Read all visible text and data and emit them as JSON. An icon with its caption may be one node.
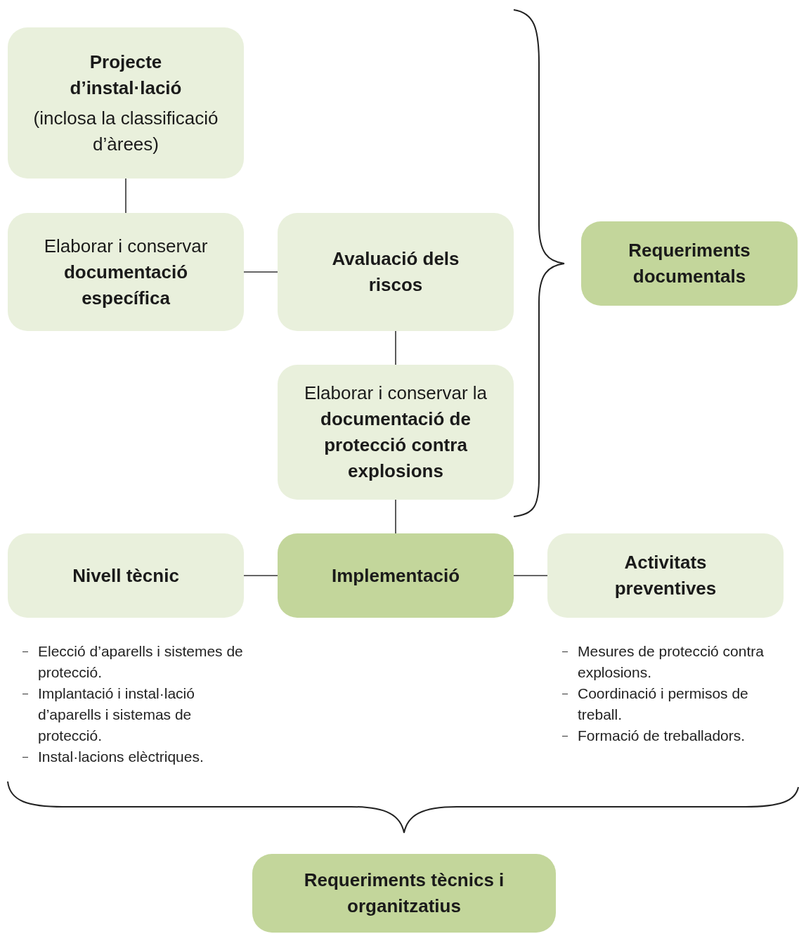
{
  "diagram": {
    "nodes": [
      {
        "text": [
          "Projecte d’instal·lació",
          "(inclosa la classificació d’àrees)"
        ]
      },
      {
        "text": [
          "Elaborar i conservar **documentació específica**"
        ]
      },
      {
        "text": [
          "Avaluació dels riscos"
        ]
      },
      {
        "text": [
          "Elaborar i conservar la **documentació de protecció contra explosions**"
        ]
      },
      {
        "text": [
          "Requeriments documentals"
        ]
      },
      {
        "text": [
          "Nivell tècnic"
        ],
        "beside": [
          "Elecció d’aparells i sistemes de protecció.",
          "Implantació i instal·lació d’aparells i sistemas de protecció.",
          "Instal·lacions elèctriques."
        ]
      },
      {
        "text": [
          "Implementació"
        ]
      },
      {
        "text": [
          "Activitats preventives"
        ],
        "beside": [
          "Mesures de protecció contra explosions.",
          "Coordinació i permisos de treball.",
          "Formació de treballadors."
        ]
      },
      {
        "text": [
          "Requeriments tècnics i organitzatius"
        ]
      }
    ],
    "edges": [
      {
        "from": 0,
        "to": 1,
        "arrow": "none"
      },
      {
        "from": 1,
        "to": 2,
        "arrow": "none"
      },
      {
        "from": 2,
        "to": 3,
        "arrow": "none"
      },
      {
        "from": 3,
        "to": 6,
        "arrow": "none"
      },
      {
        "from": 5,
        "to": 6,
        "arrow": "none"
      },
      {
        "from": 6,
        "to": 7,
        "arrow": "none"
      }
    ]
  }
}
